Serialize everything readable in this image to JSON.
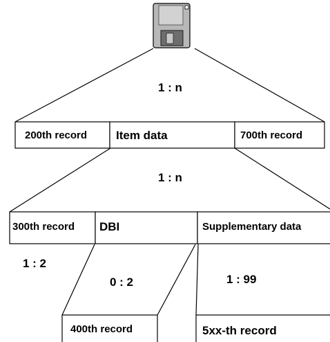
{
  "colors": {
    "line": "#000000",
    "box_fill": "#ffffff",
    "disk_body": "#b8b8b8",
    "disk_dark": "#6e6e6e"
  },
  "icons": {
    "storage": "floppy-disk-icon"
  },
  "ratios": {
    "top": "1 : n",
    "middle": "1 : n",
    "left": "1 : 2",
    "dbi_to_400": "0 : 2",
    "supp_to_5xx": "1 : 99"
  },
  "level1": {
    "record_200": "200th record",
    "item_data": "Item data",
    "record_700": "700th record"
  },
  "level2": {
    "record_300": "300th record",
    "dbi": "DBI",
    "supplementary": "Supplementary data"
  },
  "level3": {
    "record_400": "400th record",
    "record_5xx": "5xx-th record"
  }
}
